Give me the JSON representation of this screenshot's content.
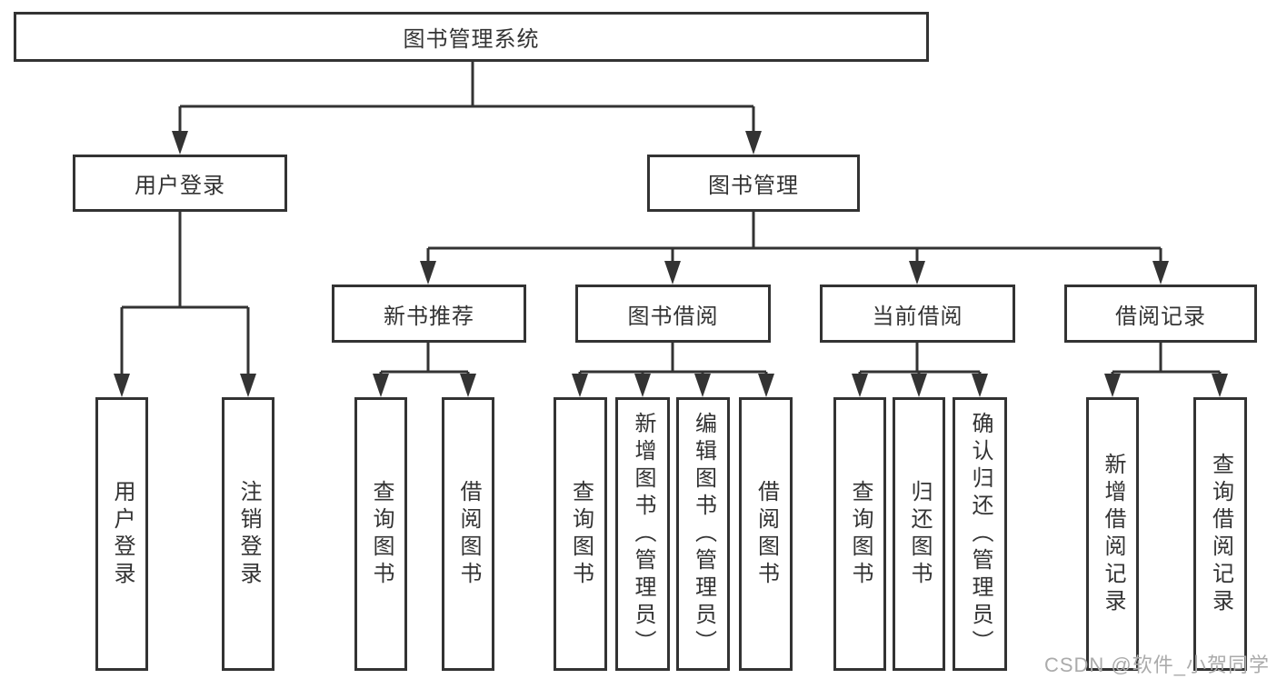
{
  "colors": {
    "line": "#333333",
    "text": "#333333",
    "box_bg": "#ffffff",
    "background": "#ffffff",
    "watermark": "#ababab"
  },
  "nodes": {
    "root": "图书管理系统",
    "login": "用户登录",
    "mgmt": "图书管理",
    "newbook": "新书推荐",
    "borrow": "图书借阅",
    "current": "当前借阅",
    "records": "借阅记录"
  },
  "leaves": {
    "login": [
      "用户登录",
      "注销登录"
    ],
    "newbook": [
      "查询图书",
      "借阅图书"
    ],
    "borrow": [
      "查询图书",
      "新增图书（管理员）",
      "编辑图书（管理员）",
      "借阅图书"
    ],
    "current": [
      "查询图书",
      "归还图书",
      "确认归还（管理员）"
    ],
    "records": [
      "新增借阅记录",
      "查询借阅记录"
    ]
  },
  "watermark": "CSDN @软件_小贺同学"
}
